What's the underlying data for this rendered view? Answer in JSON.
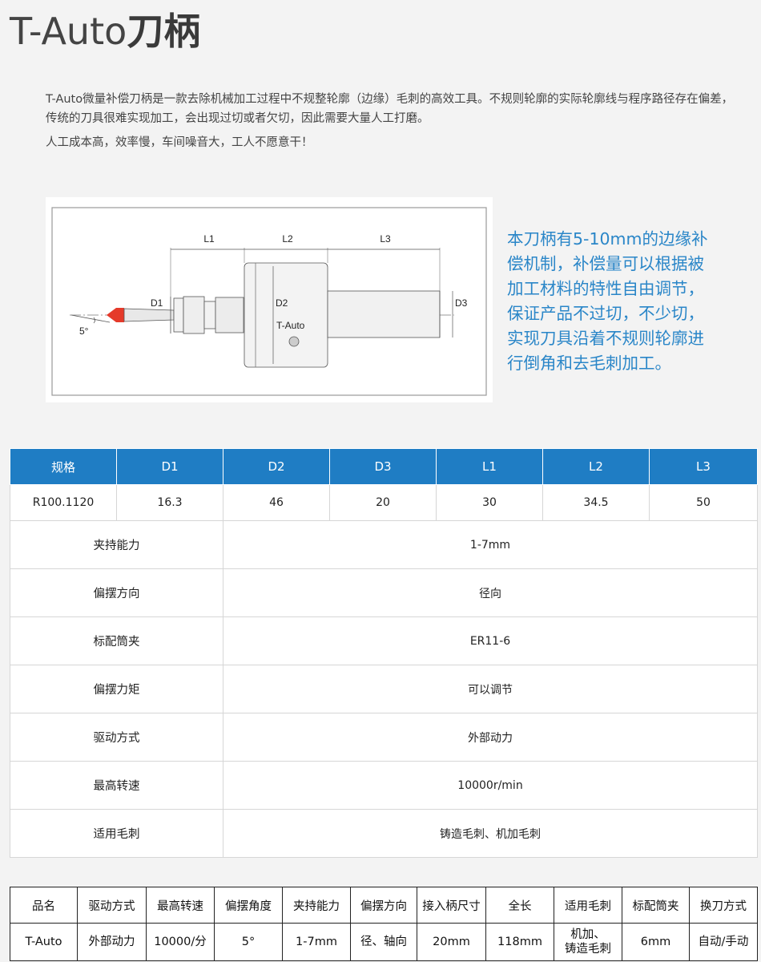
{
  "title": {
    "en": "T-Auto",
    "cn": "刀柄"
  },
  "intro": {
    "p1": "T-Auto微量补偿刀柄是一款去除机械加工过程中不规整轮廓（边缘）毛刺的高效工具。不规则轮廓的实际轮廓线与程序路径存在偏差，传统的刀具很难实现加工，会出现过切或者欠切，因此需要大量人工打磨。",
    "p2": "人工成本高，效率慢，车间噪音大，工人不愿意干！"
  },
  "drawing": {
    "L1": "L1",
    "L2": "L2",
    "L3": "L3",
    "D1": "D1",
    "D2": "D2",
    "D3": "D3",
    "angle": "5°",
    "brand": "T-Auto"
  },
  "highlight": {
    "lines": [
      "本刀柄有5-10mm的边缘补",
      "偿机制，补偿量可以根据被",
      "加工材料的特性自由调节，",
      "保证产品不过切，不少切，",
      "实现刀具沿着不规则轮廓进",
      "行倒角和去毛刺加工。"
    ]
  },
  "spec": {
    "headers": [
      "规格",
      "D1",
      "D2",
      "D3",
      "L1",
      "L2",
      "L3"
    ],
    "row": [
      "R100.1120",
      "16.3",
      "46",
      "20",
      "30",
      "34.5",
      "50"
    ],
    "attrs": [
      {
        "label": "夹持能力",
        "value": "1-7mm"
      },
      {
        "label": "偏摆方向",
        "value": "径向"
      },
      {
        "label": "标配筒夹",
        "value": "ER11-6"
      },
      {
        "label": "偏摆力矩",
        "value": "可以调节"
      },
      {
        "label": "驱动方式",
        "value": "外部动力"
      },
      {
        "label": "最高转速",
        "value": "10000r/min"
      },
      {
        "label": "适用毛刺",
        "value": "铸造毛刺、机加毛刺"
      }
    ]
  },
  "summary": {
    "headers": [
      "品名",
      "驱动方式",
      "最高转速",
      "偏摆角度",
      "夹持能力",
      "偏摆方向",
      "接入柄尺寸",
      "全长",
      "适用毛刺",
      "标配筒夹",
      "换刀方式"
    ],
    "row": [
      "T-Auto",
      "外部动力",
      "10000/分",
      "5°",
      "1-7mm",
      "径、轴向",
      "20mm",
      "118mm",
      "机加、",
      "6mm",
      "自动/手动"
    ],
    "burr_line2": "铸造毛刺"
  },
  "colors": {
    "header_blue": "#1f7dc4",
    "highlight_blue": "#2a86c8",
    "tip_red": "#e53a2a"
  }
}
